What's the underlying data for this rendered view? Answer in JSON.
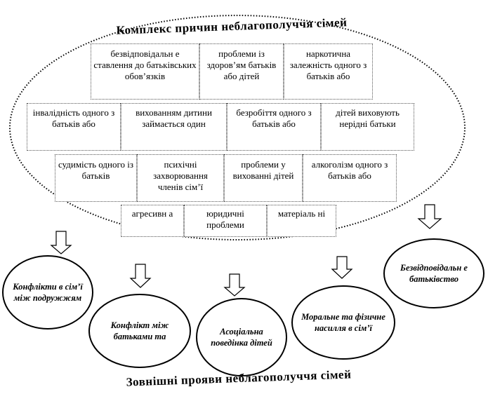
{
  "diagram": {
    "title_top": "Комплекс причин неблагополуччя сімей",
    "title_bottom": "Зовнішні прояви неблагополуччя сімей",
    "causes": {
      "row1": [
        "безвідповідальн е ставлення до батьківських обов’язків",
        "проблеми із здоров’ям батьків або дітей",
        "наркотична залежність одного з батьків або"
      ],
      "row2": [
        "інвалідність одного з батьків або",
        "вихованням дитини займається один",
        "безробіття одного з батьків або",
        "дітей виховують нерідні батьки"
      ],
      "row3": [
        "судимість одного із батьків",
        "психічні захворювання членів сім’ї",
        "проблеми у вихованні дітей",
        "алкоголізм одного з батьків або"
      ],
      "row4": [
        "агресивн а",
        "юридичні проблеми",
        "матеріаль ні"
      ]
    },
    "manifestations": [
      "Конфлікти в сім’ї між подружжям",
      "Конфлікт між батьками та",
      "Асоціальна поведінка дітей",
      "Моральне та фізичне насилля в сім’ї",
      "Безвідповідальн е батьківство"
    ]
  }
}
